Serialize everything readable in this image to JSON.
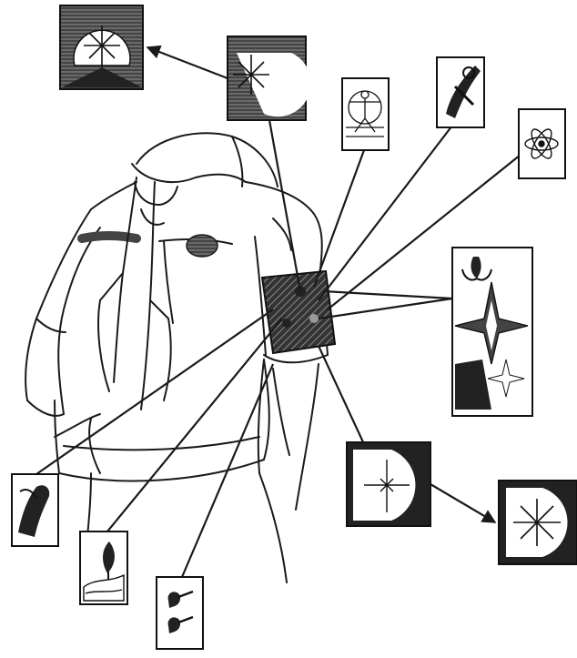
{
  "figure": {
    "badges": [
      {
        "id": "compass-badge-top-left",
        "icon": "compass-star-icon"
      },
      {
        "id": "compass-badge-top-center",
        "icon": "compass-star-icon"
      },
      {
        "id": "vitruvian-badge",
        "icon": "vitruvian-man-icon"
      },
      {
        "id": "tool-badge",
        "icon": "hand-tool-icon"
      },
      {
        "id": "atom-badge",
        "icon": "atom-icon"
      },
      {
        "id": "fleur-compass-badge",
        "icon": "fleur-de-lis-compass-icon"
      },
      {
        "id": "shield-cross-badge",
        "icon": "shield-cross-icon"
      },
      {
        "id": "shield-star-badge",
        "icon": "shield-star-icon"
      },
      {
        "id": "hand-badge",
        "icon": "hand-icon"
      },
      {
        "id": "tree-badge",
        "icon": "tree-landscape-icon"
      },
      {
        "id": "pipes-badge",
        "icon": "pipes-icon"
      }
    ],
    "colors": {
      "ink": "#1a1a1a",
      "paper": "#ffffff",
      "shade": "#555555"
    }
  }
}
